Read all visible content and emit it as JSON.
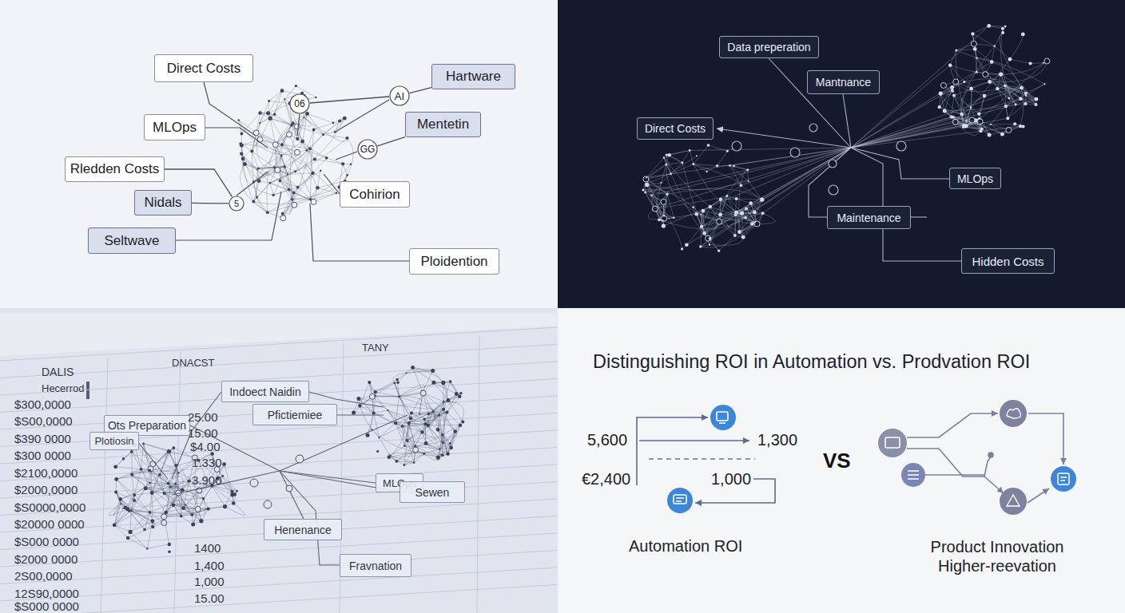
{
  "diagram": {
    "title": "Distinguishing ROI in Automation vs. Prodvation ROI",
    "nodes": [
      {
        "text": [
          "Direct Costs"
        ]
      },
      {
        "text": [
          "06"
        ]
      },
      {
        "text": [
          "AI"
        ]
      },
      {
        "text": [
          "Hartware"
        ]
      },
      {
        "text": [
          "MLOps"
        ]
      },
      {
        "text": [
          "Mentetin"
        ]
      },
      {
        "text": [
          "GG"
        ]
      },
      {
        "text": [
          "Rledden Costs"
        ]
      },
      {
        "text": [
          "Nidals"
        ]
      },
      {
        "text": [
          "5"
        ]
      },
      {
        "text": [
          "Cohirion"
        ]
      },
      {
        "text": [
          "Seltwave"
        ]
      },
      {
        "text": [
          "Ploidention"
        ]
      },
      {
        "text": [
          "Data preperation"
        ]
      },
      {
        "text": [
          "Mantnance"
        ]
      },
      {
        "text": [
          "Direct Costs"
        ]
      },
      {
        "text": [
          "MLOps"
        ]
      },
      {
        "text": [
          "Maintenance"
        ]
      },
      {
        "text": [
          "Hidden Costs"
        ]
      },
      {
        "text": [
          "Indoect Naidin"
        ]
      },
      {
        "text": [
          "Pfictiemiee"
        ]
      },
      {
        "text": [
          "Ots Preparation"
        ]
      },
      {
        "text": [
          "Plotiosin"
        ]
      },
      {
        "text": [
          "MLOps"
        ]
      },
      {
        "text": [
          "Sewen"
        ]
      },
      {
        "text": [
          "Henenance"
        ]
      },
      {
        "text": [
          "Fravnation"
        ]
      }
    ],
    "edges": [
      {
        "from": 1,
        "to": 2,
        "arrow": "none"
      },
      {
        "from": 3,
        "to": 2,
        "arrow": "none"
      },
      {
        "from": 5,
        "to": 6,
        "arrow": "none"
      },
      {
        "from": 7,
        "to": 9,
        "arrow": "none"
      },
      {
        "from": 8,
        "to": 9,
        "arrow": "none"
      }
    ],
    "labels": [
      "DALIS",
      "DNACST",
      "TANY",
      "Hecerrod",
      "$300,0000",
      "$S00,0000",
      "$390 0000",
      "$300 0000",
      "$2100,0000",
      "$2000,0000",
      "$S0000,0000",
      "$20000 0000",
      "$S000 0000",
      "$2000 0000",
      "2S00,0000",
      "12S90,0000",
      "$S000 0000",
      "25.00",
      "15.00",
      "$4.00",
      "1.330",
      "3.900",
      "1400",
      "1,400",
      "1,000",
      "15.00",
      "5,600",
      "€2,400",
      "1,300",
      "1,000",
      "VS",
      "Automation ROI",
      "Product Innovation Higher-reevation"
    ]
  }
}
